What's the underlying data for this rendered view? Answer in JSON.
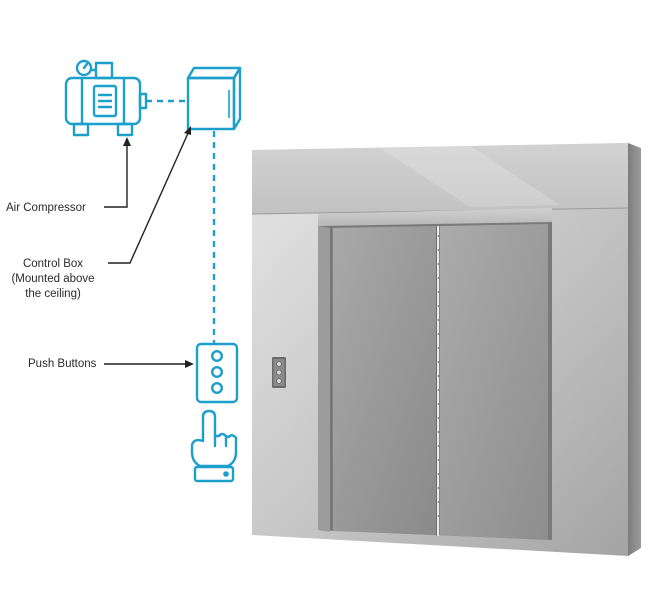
{
  "labels": {
    "air_compressor": "Air Compressor",
    "control_box_line1": "Control Box",
    "control_box_line2": "(Mounted above",
    "control_box_line3": "the ceiling)",
    "push_buttons": "Push Buttons"
  },
  "colors": {
    "accent": "#1c9fcb",
    "leader": "#222222",
    "steel_light": "#d9d9d9",
    "steel_mid": "#b5b5b5",
    "steel_dark": "#8d8d8d"
  },
  "icons": {
    "compressor": "air-compressor-icon",
    "control_box": "control-box-icon",
    "push_buttons": "push-button-panel-icon",
    "hand": "pointing-hand-icon"
  }
}
